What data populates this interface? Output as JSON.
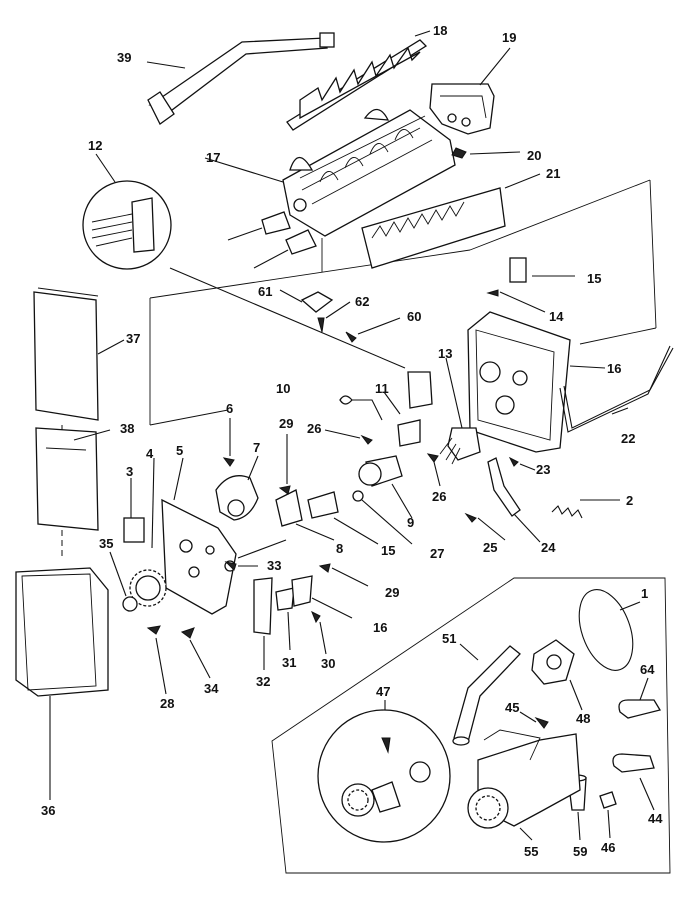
{
  "diagram": {
    "callouts": [
      "1",
      "2",
      "3",
      "4",
      "5",
      "6",
      "7",
      "8",
      "9",
      "10",
      "11",
      "12",
      "13",
      "14",
      "15",
      "16",
      "17",
      "18",
      "19",
      "20",
      "21",
      "22",
      "23",
      "24",
      "25",
      "26",
      "27",
      "28",
      "29",
      "30",
      "31",
      "32",
      "33",
      "34",
      "35",
      "36",
      "37",
      "38",
      "39",
      "44",
      "45",
      "46",
      "47",
      "48",
      "51",
      "55",
      "59",
      "60",
      "61",
      "62",
      "64"
    ]
  },
  "labels": [
    {
      "id": "39",
      "text": "39"
    },
    {
      "id": "18",
      "text": "18"
    },
    {
      "id": "19",
      "text": "19"
    },
    {
      "id": "12",
      "text": "12"
    },
    {
      "id": "17",
      "text": "17"
    },
    {
      "id": "20",
      "text": "20"
    },
    {
      "id": "21",
      "text": "21"
    },
    {
      "id": "15a",
      "text": "15"
    },
    {
      "id": "61",
      "text": "61"
    },
    {
      "id": "62",
      "text": "62"
    },
    {
      "id": "60",
      "text": "60"
    },
    {
      "id": "14",
      "text": "14"
    },
    {
      "id": "37",
      "text": "37"
    },
    {
      "id": "13",
      "text": "13"
    },
    {
      "id": "16a",
      "text": "16"
    },
    {
      "id": "10",
      "text": "10"
    },
    {
      "id": "11",
      "text": "11"
    },
    {
      "id": "6",
      "text": "6"
    },
    {
      "id": "29a",
      "text": "29"
    },
    {
      "id": "26a",
      "text": "26"
    },
    {
      "id": "22",
      "text": "22"
    },
    {
      "id": "38",
      "text": "38"
    },
    {
      "id": "4",
      "text": "4"
    },
    {
      "id": "5",
      "text": "5"
    },
    {
      "id": "7",
      "text": "7"
    },
    {
      "id": "23",
      "text": "23"
    },
    {
      "id": "3",
      "text": "3"
    },
    {
      "id": "26b",
      "text": "26"
    },
    {
      "id": "2",
      "text": "2"
    },
    {
      "id": "9",
      "text": "9"
    },
    {
      "id": "25",
      "text": "25"
    },
    {
      "id": "24",
      "text": "24"
    },
    {
      "id": "8",
      "text": "8"
    },
    {
      "id": "15b",
      "text": "15"
    },
    {
      "id": "27",
      "text": "27"
    },
    {
      "id": "35",
      "text": "35"
    },
    {
      "id": "33",
      "text": "33"
    },
    {
      "id": "29b",
      "text": "29"
    },
    {
      "id": "16b",
      "text": "16"
    },
    {
      "id": "1",
      "text": "1"
    },
    {
      "id": "30",
      "text": "30"
    },
    {
      "id": "51",
      "text": "51"
    },
    {
      "id": "64",
      "text": "64"
    },
    {
      "id": "28",
      "text": "28"
    },
    {
      "id": "34",
      "text": "34"
    },
    {
      "id": "32",
      "text": "32"
    },
    {
      "id": "31",
      "text": "31"
    },
    {
      "id": "47",
      "text": "47"
    },
    {
      "id": "45",
      "text": "45"
    },
    {
      "id": "48",
      "text": "48"
    },
    {
      "id": "36",
      "text": "36"
    },
    {
      "id": "44",
      "text": "44"
    },
    {
      "id": "55",
      "text": "55"
    },
    {
      "id": "59",
      "text": "59"
    },
    {
      "id": "46",
      "text": "46"
    }
  ]
}
